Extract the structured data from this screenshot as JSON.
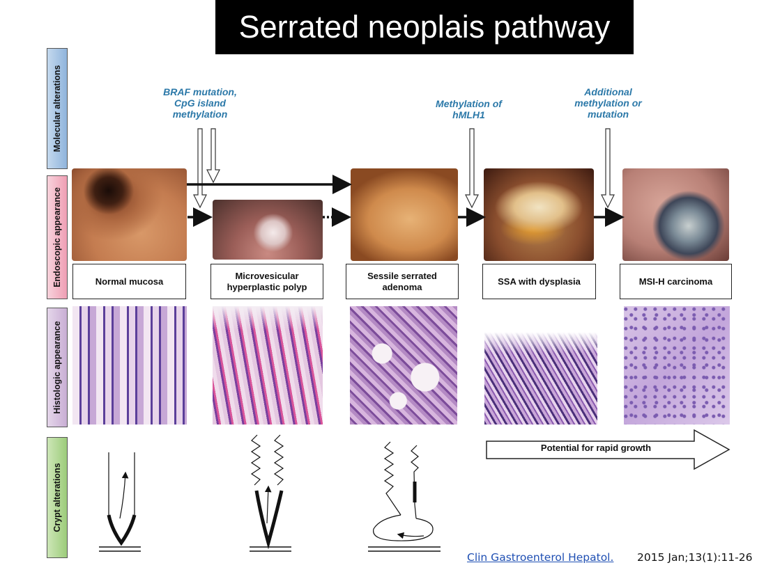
{
  "title": "Serrated neoplais pathway",
  "row_labels": {
    "molecular": "Molecular alterations",
    "endoscopic": "Endoscopic appearance",
    "histologic": "Histologic appearance",
    "crypt": "Crypt alterations"
  },
  "alterations": [
    {
      "lines": [
        "BRAF mutation,",
        "CpG island",
        "methylation"
      ]
    },
    {
      "lines": [
        "Methylation of",
        "hMLH1"
      ]
    },
    {
      "lines": [
        "Additional",
        "methylation or",
        "mutation"
      ]
    }
  ],
  "stages": [
    {
      "lines": [
        "Normal mucosa"
      ]
    },
    {
      "lines": [
        "Microvesicular",
        "hyperplastic polyp"
      ]
    },
    {
      "lines": [
        "Sessile serrated",
        "adenoma"
      ]
    },
    {
      "lines": [
        "SSA with dysplasia"
      ]
    },
    {
      "lines": [
        "MSI-H carcinoma"
      ]
    }
  ],
  "rapid_growth": "Potential for rapid growth",
  "citation": {
    "link": "Clin Gastroenterol Hepatol.",
    "rest": "2015 Jan;13(1):11-26"
  },
  "colors": {
    "molecular_bg": "#a9c6e3",
    "endoscopic_bg": "#f3b9c8",
    "histologic_bg": "#d7c3df",
    "crypt_bg": "#b4d897",
    "alteration_text": "#2b78a8",
    "link": "#1f4fb3"
  }
}
